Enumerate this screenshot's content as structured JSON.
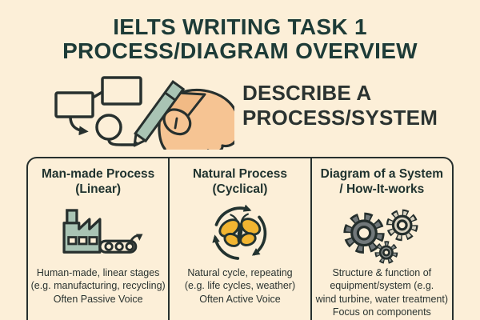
{
  "title": "IELTS WRITING TASK 1\nPROCESS/DIAGRAM OVERVIEW",
  "subtitle": "DESCRIBE A\nPROCESS/SYSTEM",
  "hero_icon": "hand-drawing-flowchart-icon",
  "columns": [
    {
      "heading": "Man-made Process\n(Linear)",
      "icon": "factory-conveyor-icon",
      "description": "Human-made, linear stages\n(e.g. manufacturing, recycling)\nOften Passive Voice"
    },
    {
      "heading": "Natural Process\n(Cyclical)",
      "icon": "butterfly-cycle-icon",
      "description": "Natural cycle, repeating\n(e.g. life cycles, weather)\nOften Active Voice"
    },
    {
      "heading": "Diagram of a System\n/ How-It-works",
      "icon": "gears-icon",
      "description": "Structure & function of\nequipment/system (e.g.\nwind turbine, water treatment)\nFocus on components"
    }
  ],
  "colors": {
    "background": "#fcefd8",
    "title_teal": "#1d3b37",
    "dark_outline": "#27302e",
    "sage_green": "#a9c4b4",
    "skin": "#f6c493",
    "skin_shade": "#f1ba85",
    "butterfly_yellow": "#f2b531",
    "gear_dark": "#71787a",
    "gear_light": "#d9d3c1",
    "gear_mid": "#8b918e"
  }
}
